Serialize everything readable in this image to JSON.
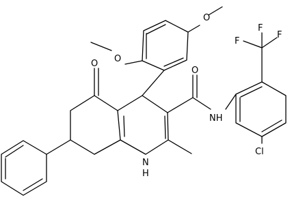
{
  "structure": {
    "atom_labels": {
      "o_methoxy_top": "O",
      "o_methoxy_left": "O",
      "o_ketone": "O",
      "o_amide": "O",
      "nh_amide": "NH",
      "nh_ring": "H",
      "n_ring": "N",
      "cl": "Cl",
      "f1": "F",
      "f2": "F",
      "f3": "F"
    },
    "colors": {
      "bond": "#000000",
      "text": "#000000",
      "background": "#ffffff"
    }
  }
}
